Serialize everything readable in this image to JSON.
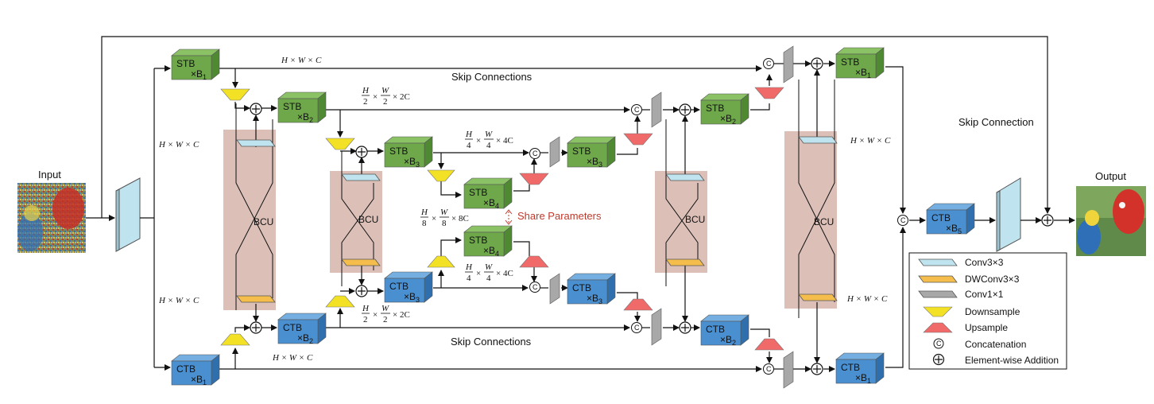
{
  "labels": {
    "input": "Input",
    "output": "Output",
    "skip_connections_top": "Skip Connections",
    "skip_connections_bottom": "Skip Connections",
    "skip_connection_right": "Skip Connection",
    "share_parameters": "Share Parameters",
    "bcu": "BCU",
    "stb": "STB",
    "ctb": "CTB"
  },
  "multipliers": {
    "b1": "×B",
    "b1_sub": "1",
    "b2_sub": "2",
    "b3_sub": "3",
    "b4_sub": "4",
    "b5_sub": "5"
  },
  "dims": {
    "hwc": "H × W × C",
    "half_num": "H",
    "half_den": "2",
    "half_w_num": "W",
    "half_w_den": "2",
    "half_c": "× 2C",
    "quarter_num": "H",
    "quarter_den": "4",
    "quarter_w_num": "W",
    "quarter_w_den": "4",
    "quarter_c": "× 4C",
    "eighth_num": "H",
    "eighth_den": "8",
    "eighth_w_num": "W",
    "eighth_w_den": "8",
    "eighth_c": "× 8C",
    "times": "×"
  },
  "legend": {
    "items": [
      {
        "label": "Conv3×3",
        "icon": "conv3x3-icon"
      },
      {
        "label": "DWConv3×3",
        "icon": "dwconv3x3-icon"
      },
      {
        "label": "Conv1×1",
        "icon": "conv1x1-icon"
      },
      {
        "label": "Downsample",
        "icon": "downsample-icon"
      },
      {
        "label": "Upsample",
        "icon": "upsample-icon"
      },
      {
        "label": "Concatenation",
        "icon": "concatenation-icon"
      },
      {
        "label": "Element-wise Addition",
        "icon": "addition-icon"
      }
    ]
  },
  "colors": {
    "stb_green": "#6fa84a",
    "ctb_blue": "#4a8fd0",
    "conv3_cyan": "#bfe4ef",
    "dwconv_orange": "#f5bd4c",
    "conv1_gray": "#a0a0a0",
    "down_yellow": "#f3e125",
    "up_red": "#f06a6a",
    "bcu_bg": "#dcc0b8",
    "share_red": "#c0392b"
  },
  "symbols": {
    "concat": "C",
    "add": "+"
  }
}
